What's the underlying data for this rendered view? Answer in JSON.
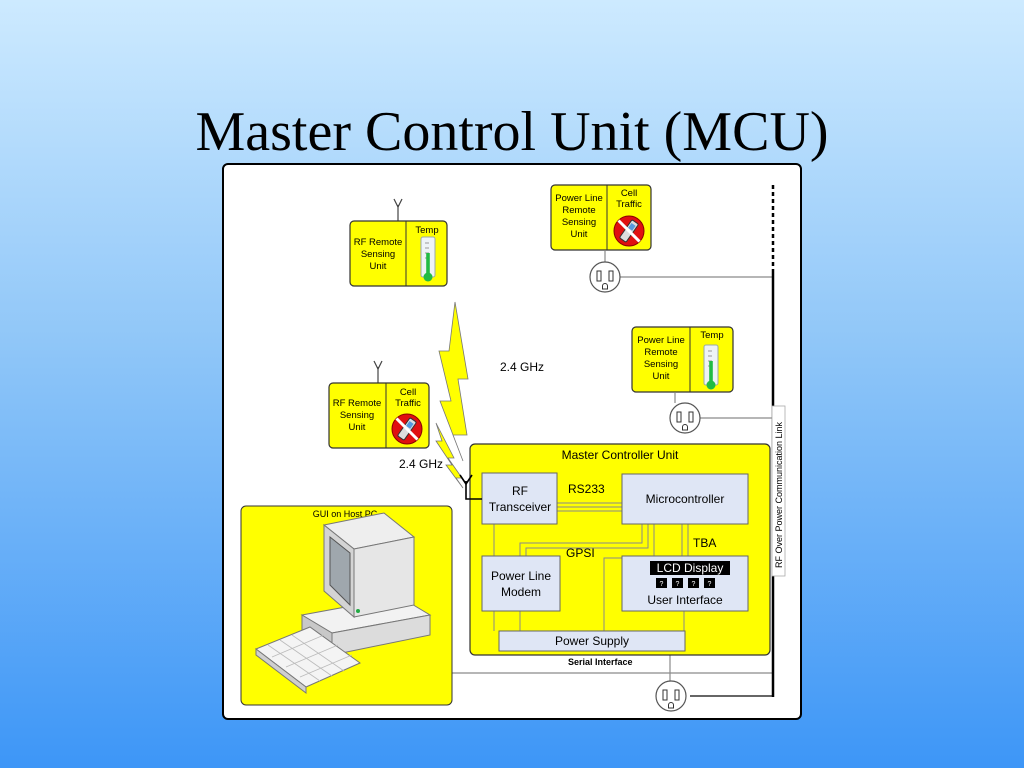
{
  "title": "Master Control Unit (MCU)",
  "sensors": [
    {
      "unit_label": [
        "RF Remote",
        "Sensing",
        "Unit"
      ],
      "sensor_label": [
        "Temp"
      ],
      "sensor_icon": "thermometer-icon"
    },
    {
      "unit_label": [
        "Power Line",
        "Remote",
        "Sensing",
        "Unit"
      ],
      "sensor_label": [
        "Cell",
        "Traffic"
      ],
      "sensor_icon": "no-cellphone-icon"
    },
    {
      "unit_label": [
        "Power Line",
        "Remote",
        "Sensing",
        "Unit"
      ],
      "sensor_label": [
        "Temp"
      ],
      "sensor_icon": "thermometer-icon"
    },
    {
      "unit_label": [
        "RF Remote",
        "Sensing",
        "Unit"
      ],
      "sensor_label": [
        "Cell",
        "Traffic"
      ],
      "sensor_icon": "no-cellphone-icon"
    }
  ],
  "rf_links": [
    "2.4 GHz",
    "2.4 GHz"
  ],
  "mcu": {
    "title": "Master Controller Unit",
    "rf_transceiver": [
      "RF",
      "Transceiver"
    ],
    "microcontroller": "Microcontroller",
    "rs233": "RS233",
    "gpsi": "GPSI",
    "tba": "TBA",
    "modem": [
      "Power Line",
      "Modem"
    ],
    "lcd_display": "LCD Display",
    "lcd_keys": [
      "?",
      "?",
      "?",
      "?"
    ],
    "user_interface": "User Interface",
    "power_supply": "Power Supply"
  },
  "gui_host_label": "GUI on Host PC",
  "serial_interface_label": "Serial Interface",
  "rf_power_link_label": "RF Over Power Communication Link",
  "colors": {
    "yellow": "#ffff00",
    "light_block": "#dfe6f5",
    "line": "#8a8a8a",
    "no_sign_red": "#e01010",
    "thermo_green": "#22bb44"
  }
}
